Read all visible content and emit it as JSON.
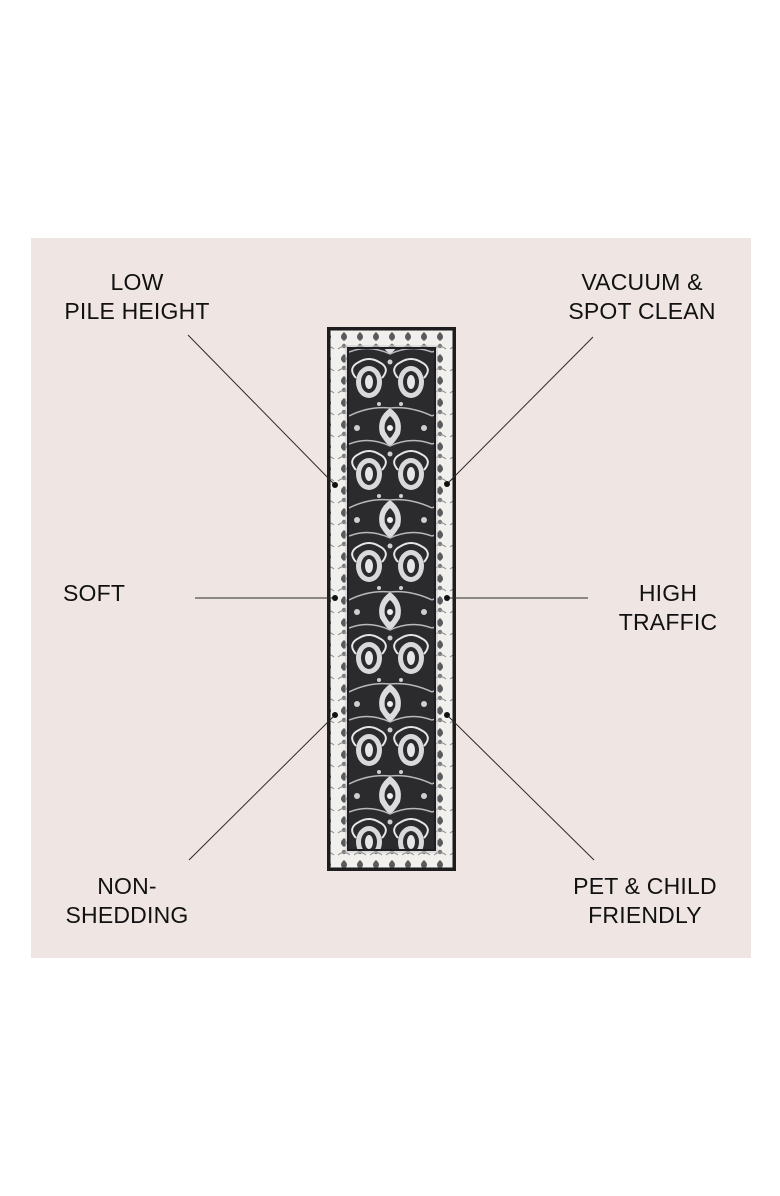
{
  "features": {
    "low_pile": [
      "LOW",
      "PILE HEIGHT"
    ],
    "vacuum": [
      "VACUUM &",
      "SPOT CLEAN"
    ],
    "soft": [
      "SOFT"
    ],
    "high_traffic": [
      "HIGH",
      "TRAFFIC"
    ],
    "non_shedding": [
      "NON-",
      "SHEDDING"
    ],
    "pet_child": [
      "PET & CHILD",
      "FRIENDLY"
    ]
  },
  "colors": {
    "panel_background": "#efe5e2",
    "rug_field": "#2b2b2e",
    "rug_border": "#f2f0ec",
    "leader_line": "#2a2a2a",
    "text": "#111111"
  }
}
